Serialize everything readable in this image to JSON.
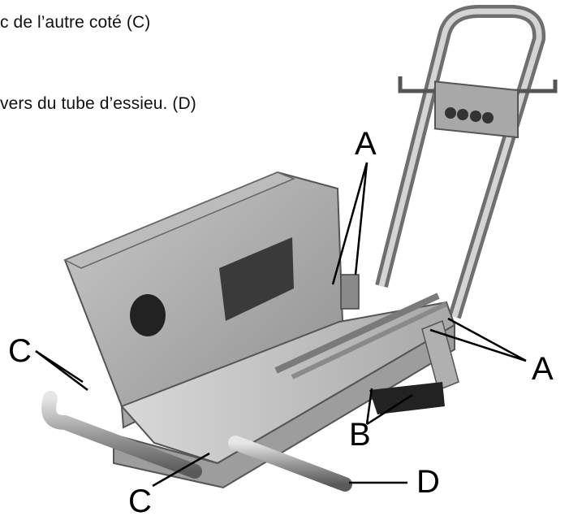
{
  "instructions": {
    "line1": "c de l’autre coté (C)",
    "line2": "vers du tube d’essieu. (D)"
  },
  "callouts": {
    "a_top": "A",
    "a_right": "A",
    "b": "B",
    "c_left": "C",
    "c_bottom": "C",
    "d": "D"
  }
}
